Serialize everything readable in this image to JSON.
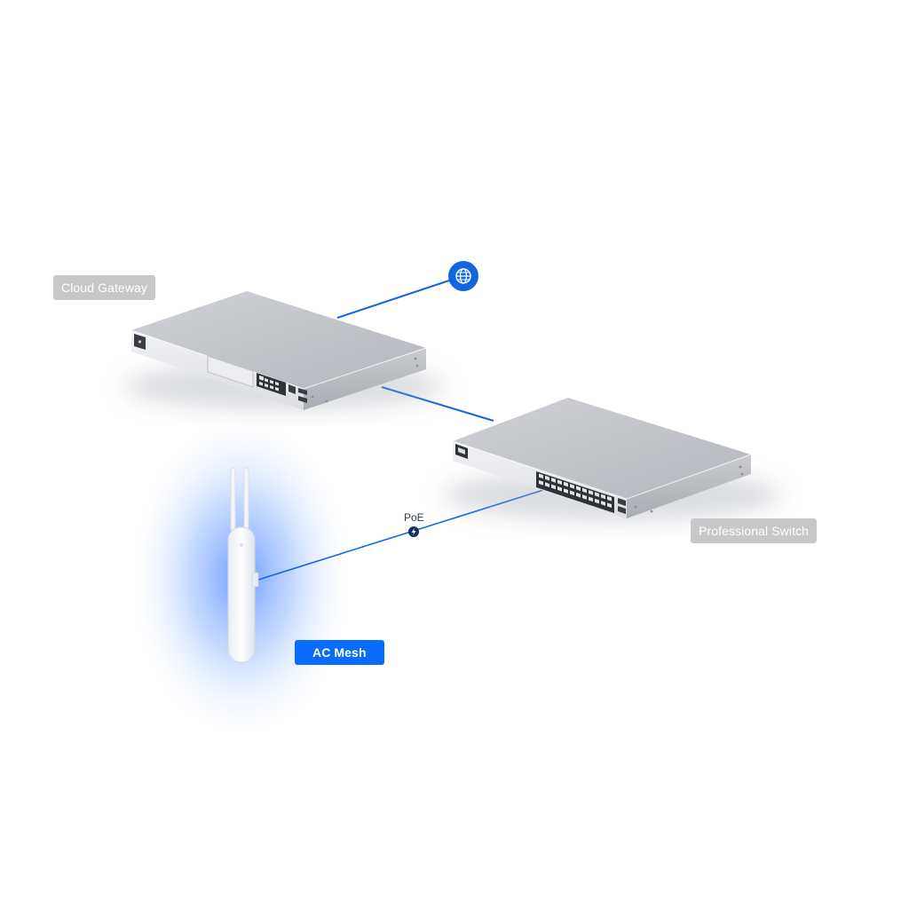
{
  "labels": {
    "cloud_gateway": "Cloud Gateway",
    "professional_switch": "Professional Switch",
    "ac_mesh": "AC Mesh",
    "poe": "PoE"
  },
  "colors": {
    "link_blue": "#1166e0",
    "accent_blue": "#0a6cff",
    "label_gray": "#c7c7c9",
    "device_top": "#c4c6cb",
    "device_front": "#e6e7ea",
    "glow_blue": "#4f8dff"
  },
  "icons": {
    "internet": "globe-icon",
    "poe": "lightning-bolt-icon"
  }
}
